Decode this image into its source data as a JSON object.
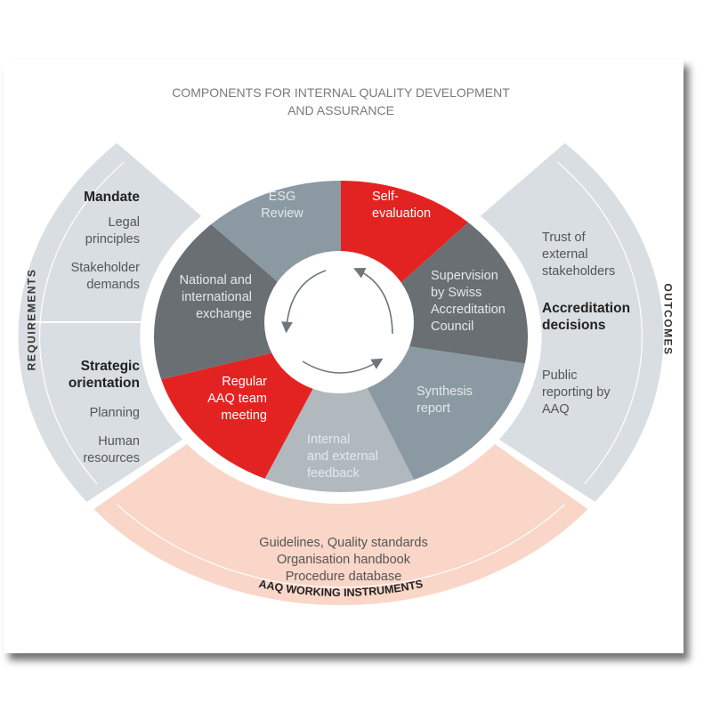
{
  "title": {
    "line1": "COMPONENTS FOR INTERNAL QUALITY DEVELOPMENT",
    "line2": "AND ASSURANCE"
  },
  "requirements": {
    "label": "REQUIREMENTS",
    "mandate": {
      "heading": "Mandate",
      "items": [
        [
          "Legal",
          "principles"
        ],
        [
          "Stakeholder",
          "demands"
        ]
      ]
    },
    "strategic": {
      "heading": [
        "Strategic",
        "orientation"
      ],
      "items": [
        [
          "Planning"
        ],
        [
          "Human",
          "resources"
        ]
      ]
    }
  },
  "outcomes": {
    "label": "OUTCOMES",
    "items": [
      [
        "Trust of",
        "external",
        "stakeholders"
      ],
      [
        "Public",
        "reporting by",
        "AAQ"
      ]
    ],
    "heading": [
      "Accreditation",
      "decisions"
    ]
  },
  "wheel": {
    "segments": [
      {
        "name": "esg-review",
        "lines": [
          "ESG",
          "Review"
        ],
        "color": "#8b9aa2"
      },
      {
        "name": "self-evaluation",
        "lines": [
          "Self-",
          "evaluation"
        ],
        "color": "#e32322"
      },
      {
        "name": "supervision",
        "lines": [
          "Supervision",
          "by Swiss",
          "Accreditation",
          "Council"
        ],
        "color": "#6a6f73"
      },
      {
        "name": "synthesis-report",
        "lines": [
          "Synthesis",
          "report"
        ],
        "color": "#8b9aa2"
      },
      {
        "name": "feedback",
        "lines": [
          "Internal",
          "and external",
          "feedback"
        ],
        "color": "#b1b9bf"
      },
      {
        "name": "team-meeting",
        "lines": [
          "Regular",
          "AAQ team",
          "meeting"
        ],
        "color": "#e32322"
      },
      {
        "name": "exchange",
        "lines": [
          "National and",
          "international",
          "exchange"
        ],
        "color": "#6a6f73"
      }
    ]
  },
  "instruments": {
    "label": "AAQ WORKING INSTRUMENTS",
    "lines": [
      "Guidelines, Quality standards",
      "Organisation handbook",
      "Procedure database"
    ]
  },
  "colors": {
    "band": "#d9dee2",
    "peach": "#f9d6c8",
    "arrow": "#6d767b"
  }
}
